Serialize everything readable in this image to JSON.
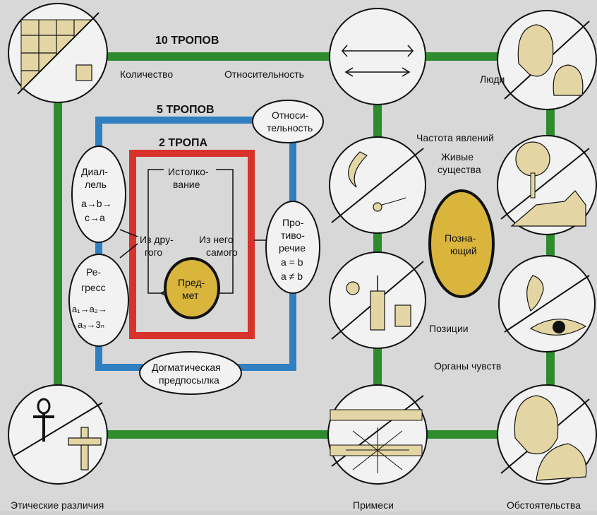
{
  "headers": {
    "ten_tropes": "10 ТРОПОВ",
    "five_tropes": "5 ТРОПОВ",
    "two_tropes": "2 ТРОПА"
  },
  "ten": {
    "quantity": "Количество",
    "relativity": "Относительность",
    "people": "Люди",
    "frequency": "Частота явлений",
    "living_1": "Живые",
    "living_2": "существа",
    "positions": "Позиции",
    "senses": "Органы чувств",
    "ethics": "Этические различия",
    "admixture": "Примеси",
    "circumstances": "Обстоятельства",
    "knower_1": "Позна-",
    "knower_2": "ющий"
  },
  "five": {
    "relativity_1": "Относи-",
    "relativity_2": "тельность",
    "diallel_1": "Диал-",
    "diallel_2": "лель",
    "diallel_3": "a→b→",
    "diallel_4": "c→a",
    "regress_1": "Ре-",
    "regress_2": "гресс",
    "regress_3": "a₁→a₂→",
    "regress_4": "a₃→3ₙ",
    "contradiction_1": "Про-",
    "contradiction_2": "тиво-",
    "contradiction_3": "речие",
    "contradiction_4": "a = b",
    "contradiction_5": "a ≠ b",
    "dogmatic_1": "Догматическая",
    "dogmatic_2": "предпосылка"
  },
  "two": {
    "interpretation_1": "Истолко-",
    "interpretation_2": "вание",
    "from_other_1": "Из дру-",
    "from_other_2": "гого",
    "from_itself_1": "Из него",
    "from_itself_2": "самого",
    "subject_1": "Пред-",
    "subject_2": "мет"
  },
  "colors": {
    "green": "#2e8b2e",
    "blue": "#2f7fc1",
    "red": "#d8332a",
    "ochre": "#d9b53c",
    "beige": "#e4d6a4"
  }
}
